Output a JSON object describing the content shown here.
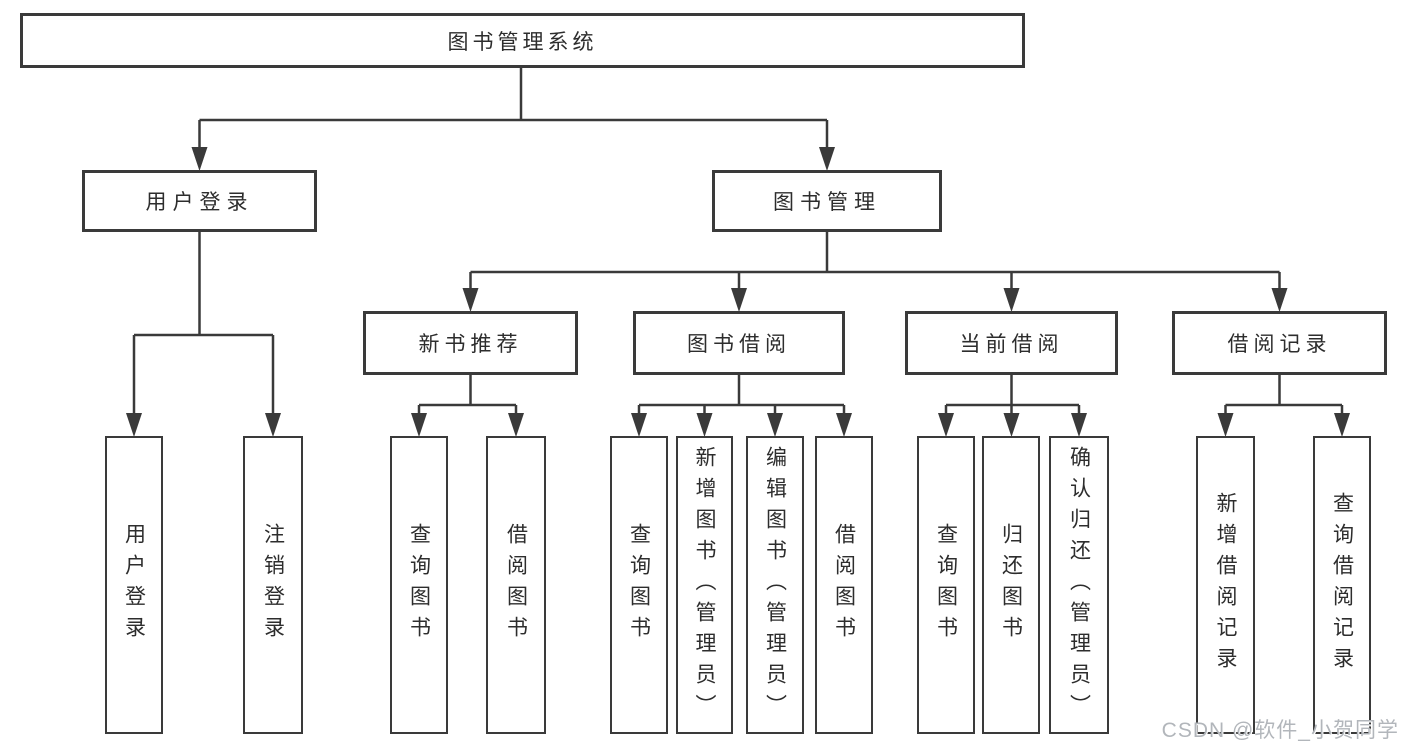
{
  "diagram_title": "图书管理系统",
  "tree": {
    "label": "图书管理系统",
    "children": [
      {
        "label": "用户登录",
        "children": [
          {
            "label": "用户登录"
          },
          {
            "label": "注销登录"
          }
        ]
      },
      {
        "label": "图书管理",
        "children": [
          {
            "label": "新书推荐",
            "children": [
              {
                "label": "查询图书"
              },
              {
                "label": "借阅图书"
              }
            ]
          },
          {
            "label": "图书借阅",
            "children": [
              {
                "label": "查询图书"
              },
              {
                "label": "新增图书（管理员）"
              },
              {
                "label": "编辑图书（管理员）"
              },
              {
                "label": "借阅图书"
              }
            ]
          },
          {
            "label": "当前借阅",
            "children": [
              {
                "label": "查询图书"
              },
              {
                "label": "归还图书"
              },
              {
                "label": "确认归还（管理员）"
              }
            ]
          },
          {
            "label": "借阅记录",
            "children": [
              {
                "label": "新增借阅记录"
              },
              {
                "label": "查询借阅记录"
              }
            ]
          }
        ]
      }
    ]
  },
  "watermark": {
    "text": "CSDN @软件_小贺同学"
  },
  "colors": {
    "line": "#3a3a3a",
    "box_border": "#3a3a3a",
    "box_fill": "#ffffff",
    "text": "#2d2d2d",
    "watermark": "#b2b6bb",
    "background": "#ffffff"
  }
}
